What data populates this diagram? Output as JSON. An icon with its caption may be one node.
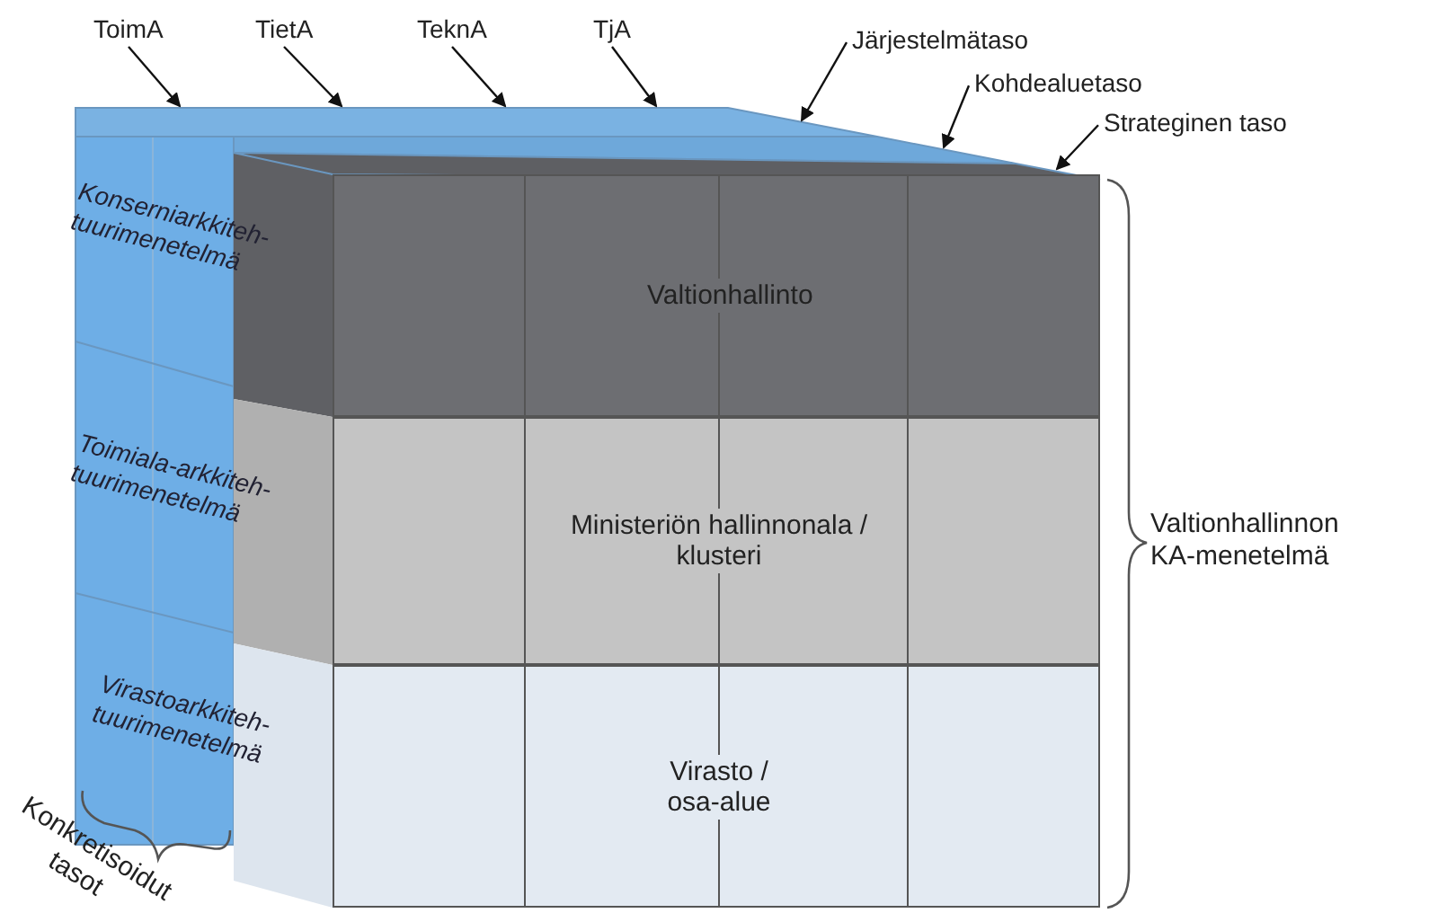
{
  "diagram": {
    "nodes": [
      {
        "text": [
          "Valtionhallinto"
        ]
      },
      {
        "text": [
          "Ministeriön hallinnonala / klusteri"
        ]
      },
      {
        "text": [
          "Virasto / osa-alue"
        ]
      },
      {
        "text": [
          "Konserniarkkiteh- tuurimenetelmä"
        ]
      },
      {
        "text": [
          "Toimiala-arkkiteh- tuurimenetelmä"
        ]
      },
      {
        "text": [
          "Virastoarkkiteh- tuurimenetelmä"
        ]
      },
      {
        "text": [
          "ToimA"
        ]
      },
      {
        "text": [
          "TietA"
        ]
      },
      {
        "text": [
          "TeknA"
        ]
      },
      {
        "text": [
          "TjA"
        ]
      },
      {
        "text": [
          "Järjestelmätaso"
        ]
      },
      {
        "text": [
          "Kohdealuetaso"
        ]
      },
      {
        "text": [
          "Strateginen taso"
        ]
      },
      {
        "text": [],
        "shape": "box"
      },
      {
        "text": [],
        "shape": "box"
      },
      {
        "text": [],
        "shape": "box"
      }
    ],
    "edges": [
      {
        "from": 6,
        "to": 13,
        "arrow": "to"
      },
      {
        "from": 7,
        "to": 13,
        "arrow": "to"
      },
      {
        "from": 8,
        "to": 13,
        "arrow": "to"
      },
      {
        "from": 9,
        "to": 13,
        "arrow": "to"
      },
      {
        "from": 10,
        "to": 13,
        "arrow": "to"
      },
      {
        "from": 11,
        "to": 14,
        "arrow": "to"
      },
      {
        "from": 12,
        "to": 15,
        "arrow": "to"
      }
    ],
    "labels": [
      "Valtionhallinnon KA-menetelmä",
      "Konkretisoidut tasot"
    ]
  }
}
